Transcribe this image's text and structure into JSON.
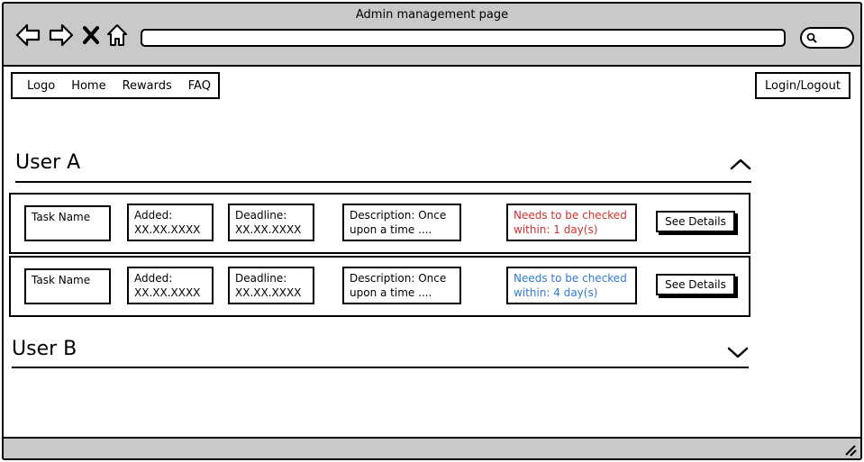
{
  "window": {
    "title": "Admin management page"
  },
  "icons": {
    "back": "arrow-left-icon",
    "forward": "arrow-right-icon",
    "close": "close-icon",
    "home": "home-icon",
    "search": "search-icon",
    "collapse": "chevron-up-icon",
    "expand": "chevron-down-icon",
    "resize": "resize-grip-icon"
  },
  "navbar": {
    "items": [
      "Logo",
      "Home",
      "Rewards",
      "FAQ"
    ]
  },
  "auth": {
    "label": "Login/Logout"
  },
  "users": [
    {
      "name": "User A",
      "expanded": true,
      "tasks": [
        {
          "task_name": "Task Name",
          "added": "Added:\nXX.XX.XXXX",
          "deadline": "Deadline:\nXX.XX.XXXX",
          "description": "Description: Once\nupon a time ....",
          "status": "Needs to be checked\nwithin: 1 day(s)",
          "status_color": "#d62f2f",
          "details_label": "See Details"
        },
        {
          "task_name": "Task Name",
          "added": "Added:\nXX.XX.XXXX",
          "deadline": "Deadline:\nXX.XX.XXXX",
          "description": "Description: Once\nupon a time ....",
          "status": "Needs to be checked\nwithin: 4 day(s)",
          "status_color": "#2f7ad6",
          "details_label": "See Details"
        }
      ]
    },
    {
      "name": "User B",
      "expanded": false,
      "tasks": []
    }
  ]
}
